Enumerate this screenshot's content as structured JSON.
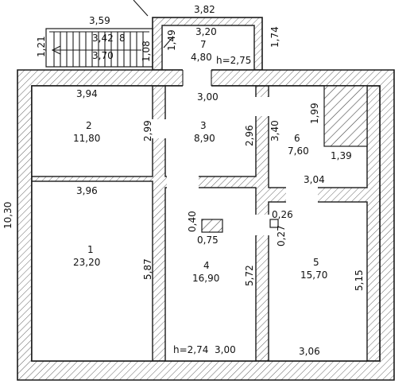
{
  "rooms": {
    "r1": {
      "number": "1",
      "area": "23,20",
      "top": "3,96",
      "side": "5,87"
    },
    "r2": {
      "number": "2",
      "area": "11,80",
      "top": "3,94",
      "side": "2,99"
    },
    "r3": {
      "number": "3",
      "area": "8,90",
      "top": "3,00",
      "side": "2,96"
    },
    "r4": {
      "number": "4",
      "area": "16,90",
      "side": "5,72",
      "bottom": "3,00",
      "height": "h=2,74"
    },
    "r5": {
      "number": "5",
      "area": "15,70",
      "side": "5,15",
      "bottom": "3,06"
    },
    "r6": {
      "number": "6",
      "area": "7,60",
      "top": "3,04",
      "side": "3,40",
      "nook_h": "1,99",
      "nook_w": "1,39"
    },
    "r7": {
      "number": "7",
      "area": "4,80",
      "top": "3,20",
      "left": "1,49",
      "right": "1,74",
      "height": "h=2,75"
    },
    "r8": {
      "number": "8",
      "area": "3,70",
      "top": "3,42",
      "left": "1,21",
      "right": "1,08"
    }
  },
  "closet": {
    "width": "0,40",
    "area": "0,75"
  },
  "vent": {
    "w": "0,26",
    "h": "0,27"
  },
  "outer": {
    "top_stair": "3,59",
    "top_annex": "3,82",
    "left_total": "10,30"
  }
}
